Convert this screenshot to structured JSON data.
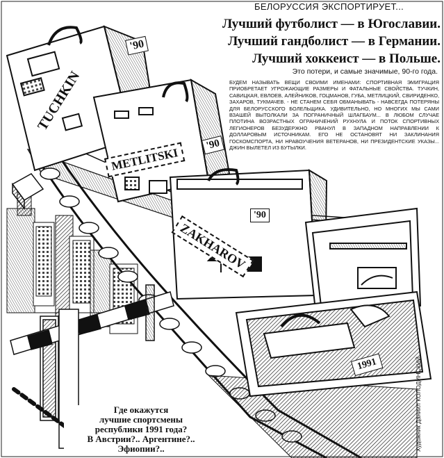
{
  "rubric": "БЕЛОРУССИЯ ЭКСПОРТИРУЕТ...",
  "headline": [
    "Лучший футболист — в Югославии.",
    "Лучший гандболист — в Германии.",
    "Лучший хоккеист — в Польше."
  ],
  "subheadline": "Это потери, и самые значимые, 90-го года.",
  "body_text": "БУДЕМ НАЗЫВАТЬ ВЕЩИ СВОИМИ ИМЕНАМИ: СПОРТИВНАЯ ЭМИГРАЦИЯ ПРИОБРЕТАЕТ УГРОЖАЮЩИЕ РАЗМЕРЫ И ФАТАЛЬНЫЕ СВОЙСТВА. ТУЧКИН, САВИЦКАЯ, ЕВЛОЕВ, АЛЕЙНИКОВ, ГОЦМАНОВ, ГУБА, МЕТЛИЦКИЙ, СВИРИДЕНКО, ЗАХАРОВ, ТУКМАЧЕВ. - НЕ СТАНЕМ СЕБЯ ОБМАНЫВАТЬ - НАВСЕГДА ПОТЕРЯНЫ ДЛЯ БЕЛОРУССКОГО БОЛЕЛЬЩИКА. УДИВИТЕЛЬНО, НО МНОГИХ МЫ САМИ ВЗАШЕЙ ВЫТОЛКАЛИ ЗА ПОГРАНИЧНЫЙ ШЛАГБАУМ... В ЛЮБОМ СЛУЧАЕ ПЛОТИНА ВОЗРАСТНЫХ ОГРАНИЧЕНИЙ РУХНУЛА И ПОТОК СПОРТИВНЫХ ЛЕГИОНЕРОВ БЕЗУДЕРЖНО РВАНУЛ В ЗАПАДНОМ НАПРАВЛЕНИИ К ДОЛЛАРОВЫМ ИСТОЧНИКАМ. ЕГО НЕ ОСТАНОВЯТ НИ ЗАКЛИНАНИЯ ГОСКОМСПОРТА, НИ НРАВОУЧЕНИЯ ВЕТЕРАНОВ, НИ ПРЕЗИДЕНТСКИЕ УКАЗЫ... ДЖИН ВЫЛЕТЕЛ ИЗ БУТЫЛКИ.",
  "caption": [
    "Где окажутся",
    "лучшие спортсмены",
    "республики 1991 года?",
    "В Австрии?.. Аргентине?.. Эфиопии?.."
  ],
  "credit": "Художник Даниил КОЛОДИНСКИЙ",
  "suitcases": [
    {
      "name": "TUCHKIN",
      "year": "'90"
    },
    {
      "name": "METLITSKI",
      "year": "'90"
    },
    {
      "name": "ZAKHAROV",
      "year": "'90"
    },
    {
      "name": "",
      "year": "1991"
    }
  ],
  "icons": [
    "suitcase-icon",
    "conveyor-belt-icon",
    "barrier-gate-icon",
    "city-skyline-icon",
    "umbrella-icon"
  ]
}
